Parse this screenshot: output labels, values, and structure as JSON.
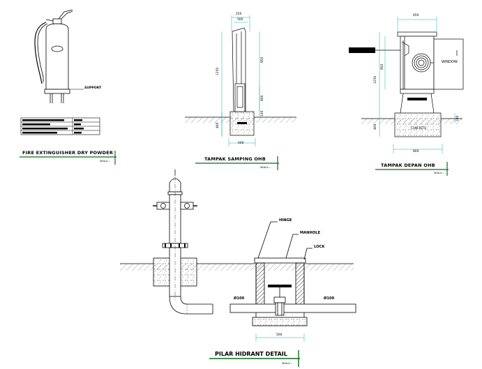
{
  "fire_extinguisher": {
    "title": "FIRE EXTINGUISHER DRY POWDER",
    "scale": "SKALA :-",
    "callout": "SUPPORT"
  },
  "side_view": {
    "title": "TAMPAK SAMPING OHB",
    "scale": "SKALA :-",
    "dims": {
      "top_width": "250",
      "top_inner": "500",
      "total_height": "1250",
      "upper_height": "950",
      "mid_height": "400",
      "lower_small": "100",
      "foundation_height": "400",
      "foundation_width": "400"
    }
  },
  "front_view": {
    "title": "TAMPAK DEPAN OHB",
    "scale": "SKALA :-",
    "window_label": "WINDOW",
    "concrete_label": "CONCRETE",
    "dims": {
      "top_width": "650",
      "upper_height": "950",
      "total_height": "1250",
      "foundation_height": "400",
      "right_small": "100",
      "foundation_width": "800"
    }
  },
  "hydrant": {
    "title": "PILAR HIDRANT DETAIL",
    "scale": "SKALA :-",
    "hinge_label": "HINGE",
    "manhole_label": "MANHOLE",
    "lock_label": "LOCK",
    "pipe_left": "Ø100",
    "pipe_right": "Ø100",
    "pit_width": "500"
  },
  "colors": {
    "line": "#000000",
    "dim": "#00b4b4",
    "accent": "#0a6b1f",
    "hatch": "#555555"
  }
}
